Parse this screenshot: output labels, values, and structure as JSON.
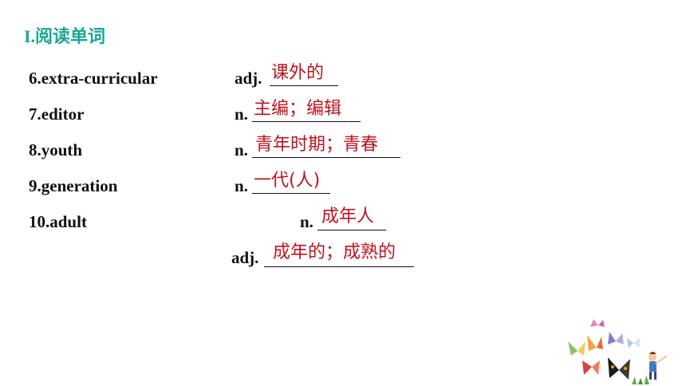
{
  "heading": "I.阅读单词",
  "rows": [
    {
      "word": "6.extra-curricular",
      "pos": "adj.",
      "answer": "课外的"
    },
    {
      "word": "7.editor",
      "pos": "n.",
      "answer": "主编；编辑"
    },
    {
      "word": "8.youth",
      "pos": "n.",
      "answer": "青年时期；青春"
    },
    {
      "word": "9.generation",
      "pos": "n.",
      "answer": "一代(人)"
    },
    {
      "word": "10.adult",
      "pos": "n.",
      "answer": "成年人"
    },
    {
      "word": "",
      "pos": "adj.",
      "answer": "成年的；成熟的"
    }
  ],
  "decoration": "butterflies-and-child-clipart"
}
